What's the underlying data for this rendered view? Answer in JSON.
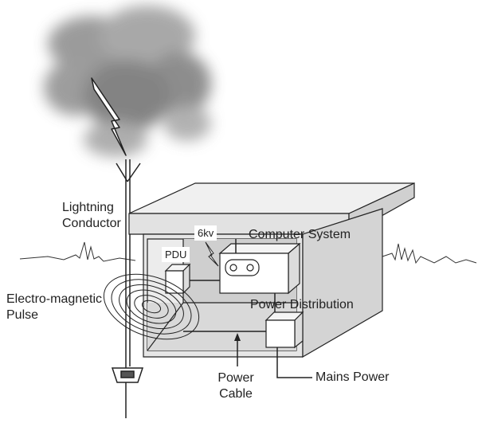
{
  "labels": {
    "lightning_conductor_line1": "Lightning",
    "lightning_conductor_line2": "Conductor",
    "emp_line1": "Electro-magnetic",
    "emp_line2": "Pulse",
    "pdu": "PDU",
    "voltage": "6kv",
    "computer_system": "Computer System",
    "power_distribution": "Power Distribution",
    "power_cable_line1": "Power",
    "power_cable_line2": "Cable",
    "mains_power": "Mains Power"
  },
  "icons": {
    "cloud": "storm-cloud-icon",
    "lightning": "lightning-bolt-icon",
    "ground": "ground-rod-icon"
  },
  "colors": {
    "line": "#222222",
    "building_wall": "#e4e4e4",
    "building_side": "#d2d2d2",
    "roof": "#f0f0f0",
    "interior": "#c8c8c8",
    "cloud": "#888888"
  }
}
